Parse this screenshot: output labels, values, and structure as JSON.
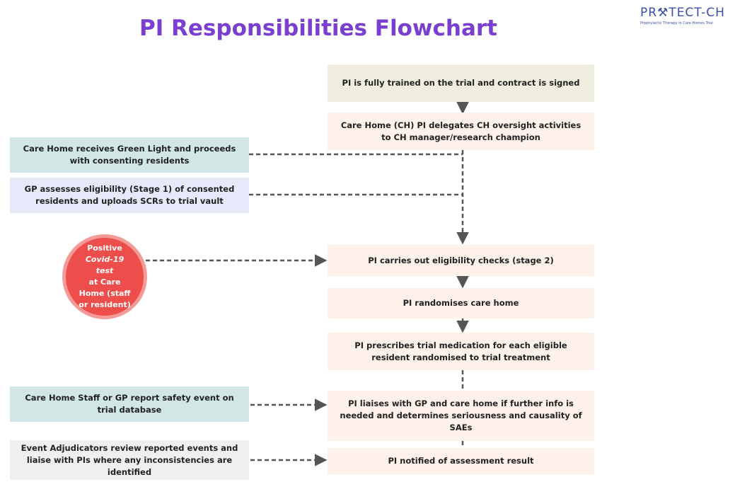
{
  "title": "PI Responsibilities Flowchart",
  "logo": {
    "name": "PR⚒TECT-CH",
    "tagline": "Prophylactic Therapy in Care Homes Trial"
  },
  "steps": {
    "trained": "PI is fully trained on the trial and contract is signed",
    "delegates": "Care Home (CH) PI delegates CH oversight activities to CH manager/research champion",
    "eligibility_checks": "PI carries out eligibility checks (stage 2)",
    "randomises": "PI randomises care home",
    "prescribes": "PI prescribes trial medication for each eligible resident randomised to trial treatment",
    "liaises": "PI liaises with GP and care home if further info is needed and determines seriousness and causality of SAEs",
    "notified": "PI notified of assessment result"
  },
  "inputs": {
    "green_light": "Care Home receives Green Light and proceeds with consenting residents",
    "gp_assesses": "GP assesses eligibility (Stage 1) of consented residents and uploads SCRs to trial vault",
    "safety_event": "Care Home Staff or GP report safety event on trial database",
    "adjudicators": "Event Adjudicators review reported events and liaise with PIs where any inconsistencies are identified"
  },
  "trigger": {
    "line1": "Positive",
    "line2": "Covid-19 test",
    "line3": "at Care Home (staff or resident)"
  }
}
